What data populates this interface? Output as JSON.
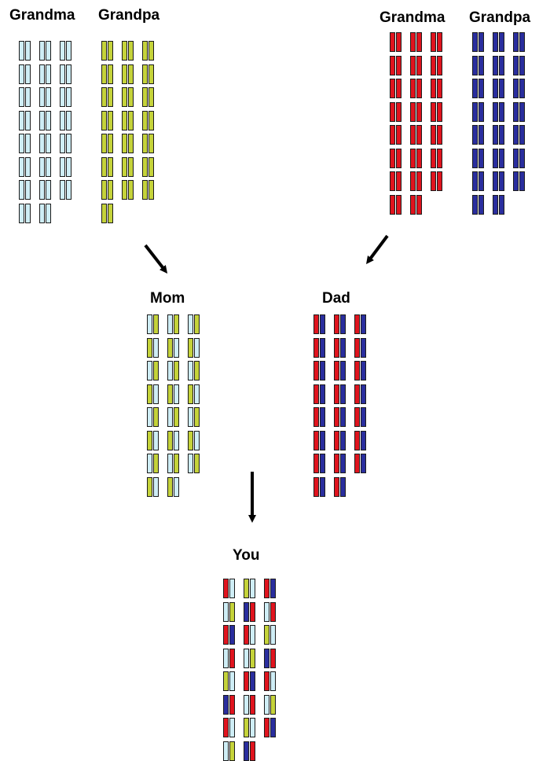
{
  "labels": {
    "maternal_grandma": "Grandma",
    "maternal_grandpa": "Grandpa",
    "paternal_grandma": "Grandma",
    "paternal_grandpa": "Grandpa",
    "mom": "Mom",
    "dad": "Dad",
    "you": "You"
  },
  "colors": {
    "maternal_grandma": "#cfeef6",
    "maternal_grandpa": "#c5d33a",
    "paternal_grandma": "#e0141e",
    "paternal_grandpa": "#2a2e9e",
    "outline": "#1c1c1c",
    "arrow": "#000000"
  },
  "icons": [
    "arrow-down-right-icon",
    "arrow-down-left-icon",
    "arrow-down-icon"
  ],
  "diagram": {
    "maternal_grandma": {
      "columns": [
        8,
        8,
        7
      ],
      "pattern": [
        [
          "A",
          "A"
        ]
      ]
    },
    "maternal_grandpa": {
      "columns": [
        8,
        7,
        7
      ],
      "pattern": [
        [
          "B",
          "B"
        ]
      ]
    },
    "paternal_grandma": {
      "columns": [
        8,
        8,
        7
      ],
      "pattern": [
        [
          "A",
          "A"
        ]
      ]
    },
    "paternal_grandpa": {
      "columns": [
        8,
        8,
        7
      ],
      "pattern": [
        [
          "B",
          "B"
        ]
      ]
    },
    "mom": {
      "columns": [
        8,
        8,
        7
      ],
      "pattern": [
        [
          "A",
          "B"
        ],
        [
          "B",
          "A"
        ],
        [
          "A",
          "B"
        ],
        [
          "B",
          "A"
        ],
        [
          "A",
          "B"
        ],
        [
          "B",
          "A"
        ],
        [
          "A",
          "B"
        ],
        [
          "B",
          "A"
        ]
      ]
    },
    "dad": {
      "columns": [
        8,
        8,
        7
      ],
      "pattern": [
        [
          "A",
          "B"
        ]
      ]
    },
    "you": {
      "columns": [
        8,
        8,
        7
      ],
      "pattern": [
        [
          "P",
          "M"
        ],
        [
          "M",
          "P"
        ],
        [
          "P",
          "M"
        ],
        [
          "M",
          "P"
        ],
        [
          "P",
          "M"
        ],
        [
          "M",
          "P"
        ],
        [
          "P",
          "M"
        ],
        [
          "M",
          "P"
        ]
      ]
    }
  }
}
